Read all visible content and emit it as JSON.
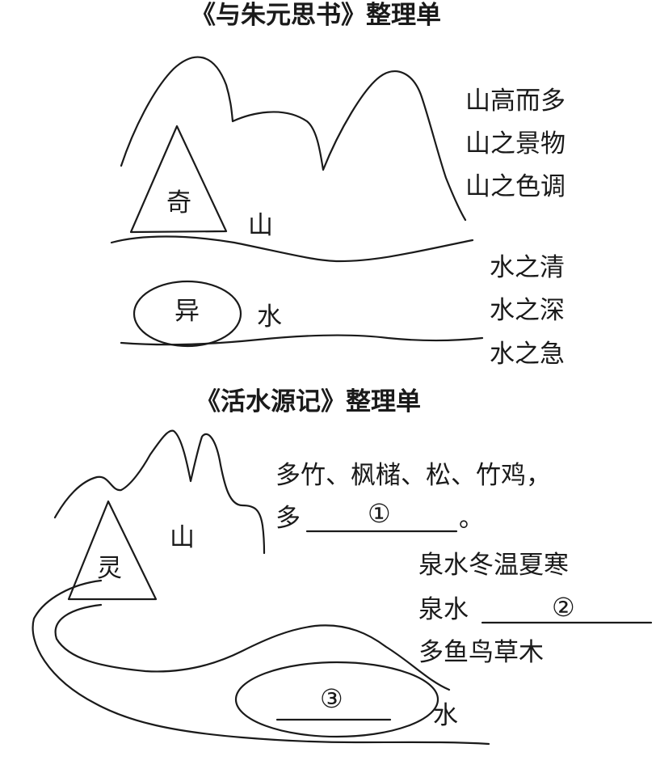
{
  "section1": {
    "title": "《与朱元思书》整理单",
    "mountain_char": "奇",
    "mountain_label": "山",
    "water_char": "异",
    "water_label": "水",
    "mountain_notes": [
      "山高而多",
      "山之景物",
      "山之色调"
    ],
    "water_notes": [
      "水之清",
      "水之深",
      "水之急"
    ]
  },
  "section2": {
    "title": "《活水源记》整理单",
    "mountain_char": "灵",
    "mountain_label": "山",
    "water_label": "水",
    "mountain_note_line1": "多竹、枫槠、松、竹鸡，",
    "mountain_note_line2_prefix": "多",
    "blank1_marker": "①",
    "mountain_note_line2_suffix": "。",
    "spring_note1": "泉水冬温夏寒",
    "spring_note2_prefix": "泉水",
    "blank2_marker": "②",
    "spring_note3": "多鱼鸟草木",
    "blank3_marker": "③"
  },
  "colors": {
    "ink": "#1a1a1a",
    "background": "#ffffff"
  }
}
